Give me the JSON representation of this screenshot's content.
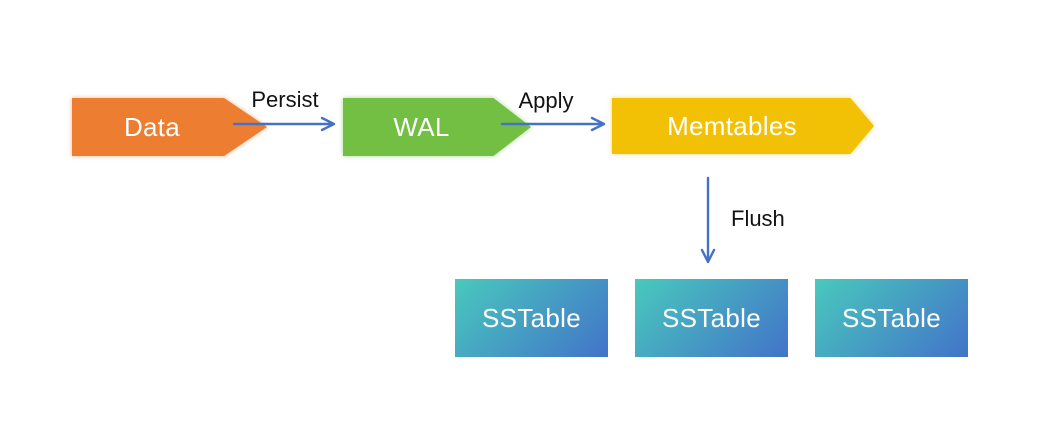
{
  "nodes": {
    "data": {
      "label": "Data",
      "color": "#ED7D31"
    },
    "wal": {
      "label": "WAL",
      "color": "#72BF44"
    },
    "memtables": {
      "label": "Memtables",
      "color": "#F2C005"
    },
    "sstables": [
      {
        "label": "SSTable"
      },
      {
        "label": "SSTable"
      },
      {
        "label": "SSTable"
      }
    ]
  },
  "edges": {
    "persist": {
      "label": "Persist"
    },
    "apply": {
      "label": "Apply"
    },
    "flush": {
      "label": "Flush"
    }
  },
  "colors": {
    "background": "#FFFFFF",
    "arrow": "#4472C4",
    "node_text": "#FFFFFF",
    "edge_label_text": "#121212",
    "sstable_gradient_start": "#49C9BD",
    "sstable_gradient_end": "#4273C9"
  }
}
